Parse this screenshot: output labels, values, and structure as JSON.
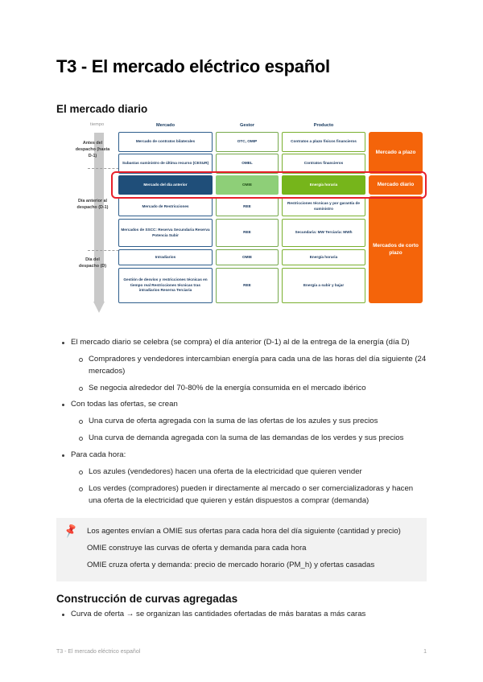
{
  "document": {
    "title": "T3 - El mercado eléctrico español",
    "footer_left": "T3 - El mercado eléctrico español",
    "footer_page": "1"
  },
  "sections": {
    "mercado_diario": "El mercado diario",
    "construccion": "Construcción de curvas agregadas"
  },
  "diagram": {
    "time_axis_label": "tiempo",
    "time_labels": [
      "Antes del despacho (hasta D-1)",
      "Día anterior al despacho (D-1)",
      "Día del despacho (D)"
    ],
    "column_headers": {
      "mercado": "Mercado",
      "gestor": "Gestor",
      "producto": "Producto"
    },
    "rows": [
      {
        "mercado": "Mercado de contratos bilaterales",
        "gestor": "OTC, OMIP",
        "producto": "Contratos a plazo físicos financieros"
      },
      {
        "mercado": "Subastas suministro de última recurso (CESUR)",
        "gestor": "OMEL",
        "producto": "Contratos financieros"
      },
      {
        "mercado": "Mercado del día anterior",
        "gestor": "OMIE",
        "producto": "Energía horaria"
      },
      {
        "mercado": "Mercado de Restricciones",
        "gestor": "REE",
        "producto": "Restricciones técnicas y por garantía de suministro"
      },
      {
        "mercado": "Mercados de SSCC: Reserva Secundaria Reserva Potencia Subir",
        "gestor": "REE",
        "producto": "Secundaria: MW Terciaria: MWh"
      },
      {
        "mercado": "Intradiarios",
        "gestor": "OMIE",
        "producto": "Energía horaria"
      },
      {
        "mercado": "Gestión de desvíos y restricciones técnicas en tiempo real Restricciones técnicas tras intradiarios Reserva Terciaria",
        "gestor": "REE",
        "producto": "Energía a subir y bajar"
      }
    ],
    "market_groups": [
      "Mercado a plazo",
      "Mercado diario",
      "Mercados de corto plazo"
    ],
    "colors": {
      "highlight": "#e8202a",
      "orange": "#f4640a",
      "blue": "#1f4e79",
      "green_light": "#8ecf78",
      "green_dark": "#76b51b",
      "arrow_gray": "#c9c9c9"
    }
  },
  "bullets": {
    "b1": "El mercado diario se celebra (se compra) el día anterior (D-1) al de la entrega de la energía (día D)",
    "b1a": "Compradores y vendedores intercambian energía para cada una de las horas del día siguiente (24 mercados)",
    "b1b": "Se negocia alrededor del 70-80% de la energía consumida en el mercado ibérico",
    "b2": "Con todas las ofertas, se crean",
    "b2a": "Una curva de oferta agregada con la suma de las ofertas de los azules y sus precios",
    "b2b": "Una curva de demanda agregada con la suma de las demandas de los verdes y sus precios",
    "b3": "Para cada hora:",
    "b3a": "Los azules (vendedores) hacen una oferta de la electricidad que quieren vender",
    "b3b": "Los verdes (compradores) pueden ir directamente al mercado o ser comercializadoras y hacen una oferta de la electricidad que quieren y están dispuestos a comprar (demanda)",
    "b4": "Curva de oferta → se organizan las cantidades ofertadas de más baratas a más caras"
  },
  "callout": {
    "pin_icon": "pushpin-icon",
    "pin_glyph": "📌",
    "line1": "Los agentes envían a OMIE sus ofertas para cada hora del día siguiente (cantidad y precio)",
    "line2": "OMIE construye las curvas de oferta y demanda para cada hora",
    "line3": "OMIE cruza oferta y demanda: precio de mercado horario (PM_h) y ofertas casadas"
  }
}
